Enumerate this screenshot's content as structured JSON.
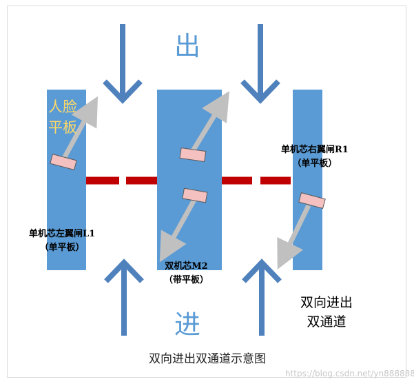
{
  "direction": {
    "exit_label": "出",
    "enter_label": "进"
  },
  "face_panel_label": "人脸平板",
  "gates": {
    "left": {
      "line1": "单机芯左翼闸L1",
      "line2": "（单平板）"
    },
    "middle": {
      "line1": "双机芯M2",
      "line2": "（带平板）"
    },
    "right": {
      "line1": "单机芯右翼闸R1",
      "line2": "（单平板）"
    }
  },
  "side_note": {
    "line1": "双向进出",
    "line2": "双通道"
  },
  "caption": "双向进出双通道示意图",
  "watermark": "https://blog.csdn.net/yn888888",
  "colors": {
    "gate_body": "#5b9bd5",
    "flow_arrow": "#4f81bd",
    "barrier": "#c00000",
    "wing": "#c0c0c0",
    "panel": "#f4c0c0",
    "face_text": "#ffd966"
  }
}
